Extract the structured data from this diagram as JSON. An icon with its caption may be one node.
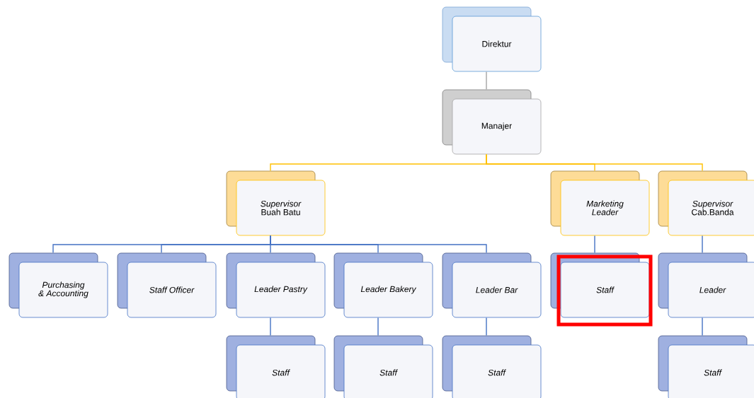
{
  "diagram": {
    "nodes": [
      {
        "text": [
          "Direktur"
        ]
      },
      {
        "text": [
          "Manajer"
        ]
      },
      {
        "text": [
          "*Supervisor* Buah Batu"
        ]
      },
      {
        "text": [
          "Marketing Leader"
        ]
      },
      {
        "text": [
          "*Supervisor* Cab.Banda"
        ]
      },
      {
        "text": [
          "Purchasing & Accounting"
        ]
      },
      {
        "text": [
          "Staff Officer"
        ]
      },
      {
        "text": [
          "Leader Pastry"
        ]
      },
      {
        "text": [
          "Leader Bakery"
        ]
      },
      {
        "text": [
          "Leader Bar"
        ]
      },
      {
        "text": [
          "Staff"
        ]
      },
      {
        "text": [
          "Leader"
        ]
      },
      {
        "text": [
          "Staff"
        ]
      },
      {
        "text": [
          "Staff"
        ]
      },
      {
        "text": [
          "Staff"
        ]
      },
      {
        "text": [
          "Staff"
        ]
      }
    ],
    "edges": [
      {
        "from": 0,
        "to": 1,
        "arrow": "none",
        "color": "#a5a5a5"
      },
      {
        "from": 1,
        "to": 2,
        "arrow": "none",
        "color": "#ffc000"
      },
      {
        "from": 1,
        "to": 3,
        "arrow": "none",
        "color": "#ffc000"
      },
      {
        "from": 1,
        "to": 4,
        "arrow": "none",
        "color": "#ffc000"
      },
      {
        "from": 2,
        "to": 5,
        "arrow": "none"
      },
      {
        "from": 2,
        "to": 6,
        "arrow": "none"
      },
      {
        "from": 2,
        "to": 7,
        "arrow": "none"
      },
      {
        "from": 2,
        "to": 8,
        "arrow": "none"
      },
      {
        "from": 2,
        "to": 9,
        "arrow": "none"
      },
      {
        "from": 3,
        "to": 10,
        "arrow": "none"
      },
      {
        "from": 4,
        "to": 11,
        "arrow": "none"
      },
      {
        "from": 7,
        "to": 12,
        "arrow": "none"
      },
      {
        "from": 8,
        "to": 13,
        "arrow": "none"
      },
      {
        "from": 9,
        "to": 14,
        "arrow": "none"
      },
      {
        "from": 11,
        "to": 15,
        "arrow": "none"
      }
    ]
  }
}
